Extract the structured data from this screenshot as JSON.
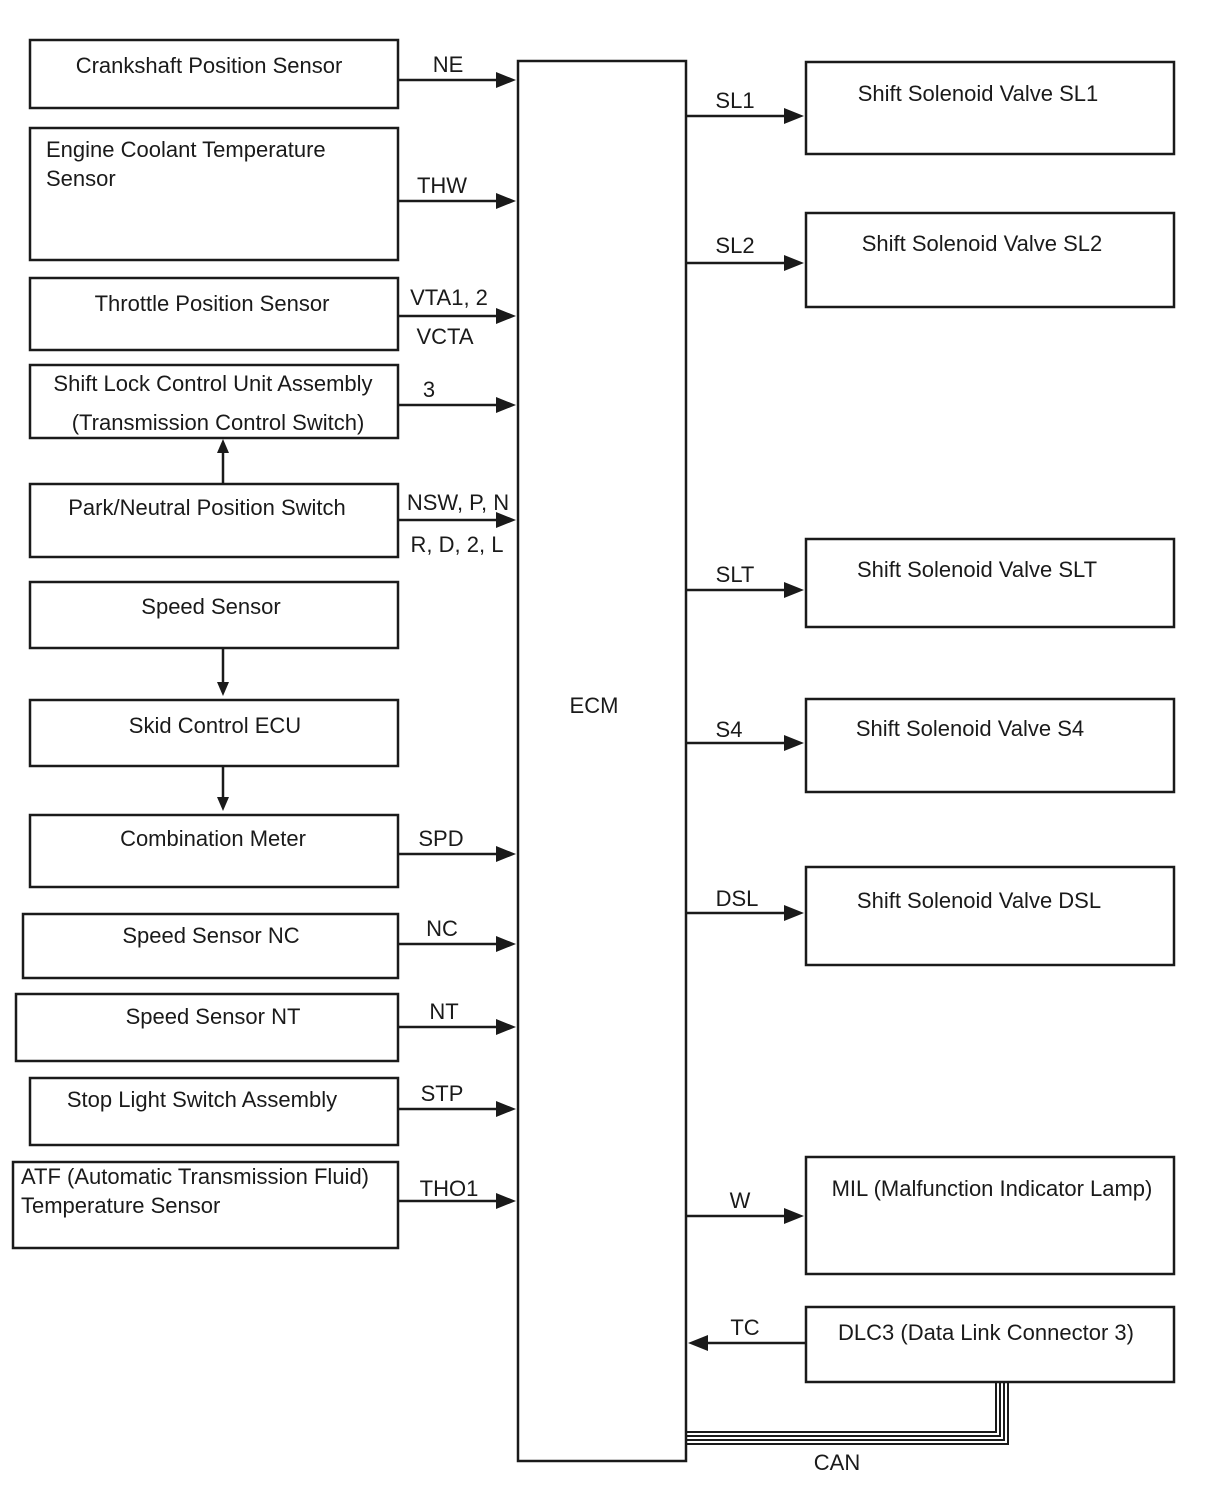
{
  "ecm": {
    "label": "ECM"
  },
  "inputs": {
    "crankshaft": {
      "label": "Crankshaft Position Sensor",
      "signal": "NE"
    },
    "coolant": {
      "label_line1": "Engine Coolant Temperature",
      "label_line2": "Sensor",
      "signal": "THW"
    },
    "throttle": {
      "label": "Throttle Position Sensor",
      "signal_line1": "VTA1, 2",
      "signal_line2": "VCTA"
    },
    "shift_lock": {
      "label_line1": "Shift Lock Control Unit Assembly",
      "label_line2": "(Transmission Control Switch)",
      "signal": "3"
    },
    "park_neutral": {
      "label": "Park/Neutral Position Switch",
      "signal_line1": "NSW, P, N",
      "signal_line2": "R, D, 2, L"
    },
    "speed_sensor": {
      "label": "Speed Sensor"
    },
    "skid_ecu": {
      "label": "Skid Control ECU"
    },
    "combination_meter": {
      "label": "Combination Meter",
      "signal": "SPD"
    },
    "speed_nc": {
      "label": "Speed Sensor NC",
      "signal": "NC"
    },
    "speed_nt": {
      "label": "Speed Sensor NT",
      "signal": "NT"
    },
    "stop_light": {
      "label": "Stop Light Switch Assembly",
      "signal": "STP"
    },
    "atf": {
      "label_line1": "ATF (Automatic Transmission Fluid)",
      "label_line2": "Temperature Sensor",
      "signal": "THO1"
    }
  },
  "outputs": {
    "sl1": {
      "label": "Shift Solenoid Valve SL1",
      "signal": "SL1"
    },
    "sl2": {
      "label": "Shift Solenoid Valve SL2",
      "signal": "SL2"
    },
    "slt": {
      "label": "Shift Solenoid Valve SLT",
      "signal": "SLT"
    },
    "s4": {
      "label": "Shift Solenoid Valve S4",
      "signal": "S4"
    },
    "dsl": {
      "label": "Shift Solenoid Valve DSL",
      "signal": "DSL"
    },
    "mil": {
      "label": "MIL (Malfunction Indicator Lamp)",
      "signal": "W"
    },
    "dlc3": {
      "label": "DLC3 (Data Link Connector 3)",
      "signal": "TC"
    }
  },
  "can": {
    "label": "CAN"
  }
}
